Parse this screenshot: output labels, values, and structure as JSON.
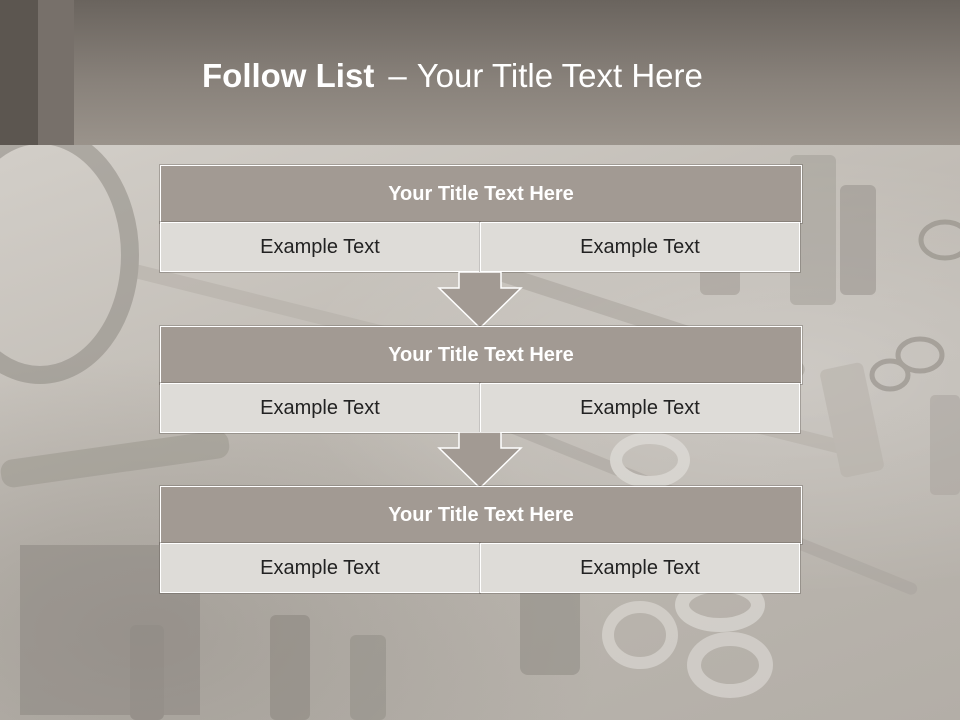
{
  "slide": {
    "title_bold": "Follow List",
    "title_separator": "–",
    "title_rest": "Your Title Text Here"
  },
  "blocks": [
    {
      "title": "Your Title Text Here",
      "left_text": "Example Text",
      "right_text": "Example Text"
    },
    {
      "title": "Your Title Text Here",
      "left_text": "Example Text",
      "right_text": "Example Text"
    },
    {
      "title": "Your Title Text Here",
      "left_text": "Example Text",
      "right_text": "Example Text"
    }
  ],
  "colors": {
    "header": "#88817a",
    "block_title_fill": "#a29a93",
    "cell_fill": "#dedcd8",
    "arrow_fill": "#a29a93"
  }
}
